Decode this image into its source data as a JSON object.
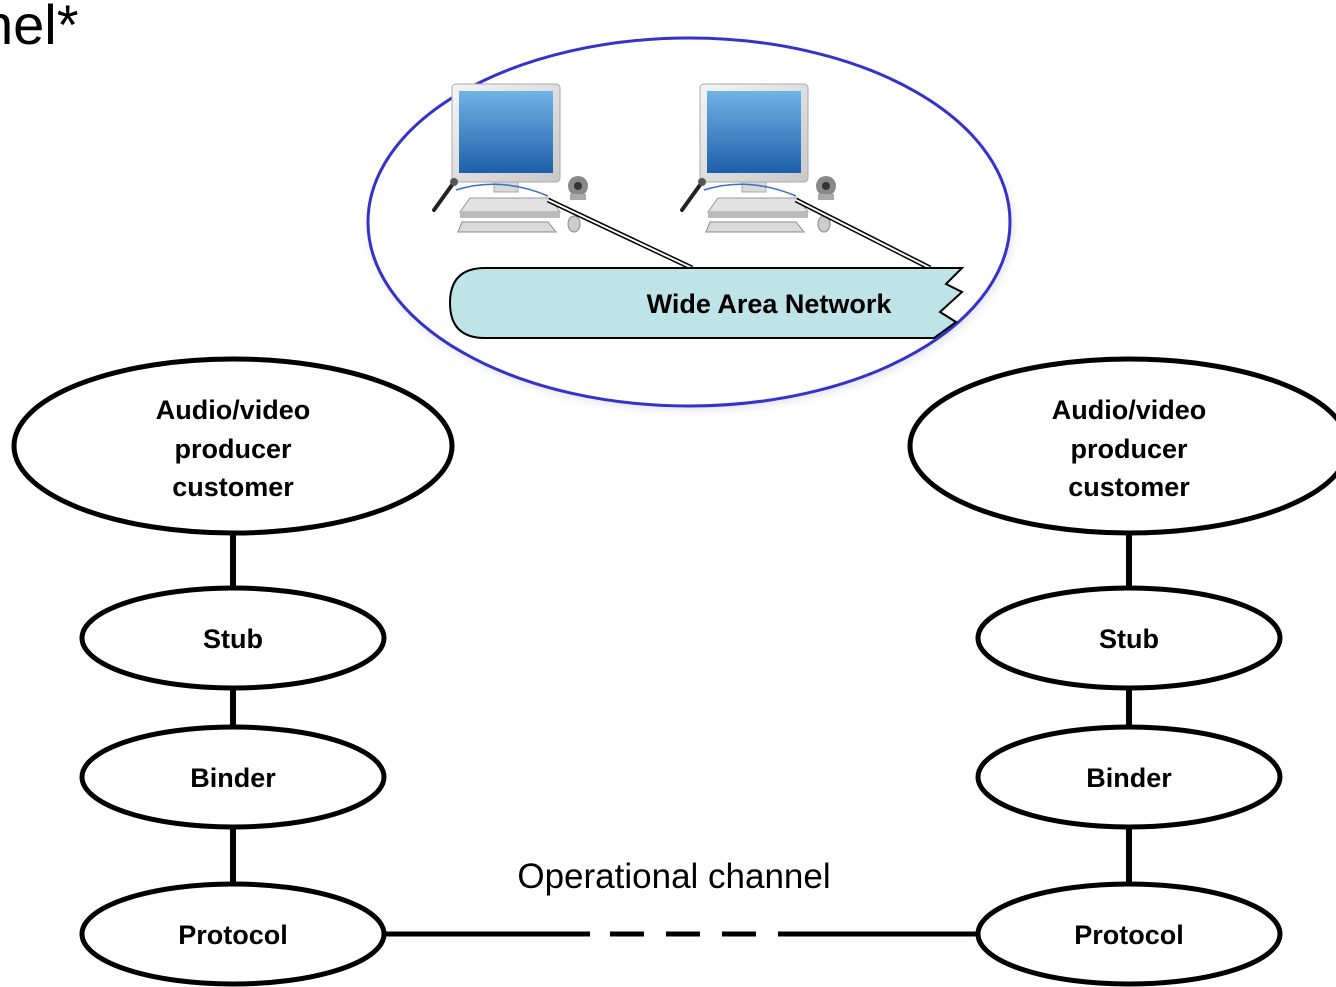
{
  "slide": {
    "title_fragment": "nel*"
  },
  "network_inset": {
    "label": "Wide Area Network"
  },
  "left_stack": {
    "top_node": [
      "Audio/video",
      "producer",
      "customer"
    ],
    "stub": "Stub",
    "binder": "Binder",
    "protocol": "Protocol"
  },
  "right_stack": {
    "top_node": [
      "Audio/video",
      "producer",
      "customer"
    ],
    "stub": "Stub",
    "binder": "Binder",
    "protocol": "Protocol"
  },
  "channel": {
    "label": "Operational channel"
  },
  "colors": {
    "inset_border": "#3333cc",
    "wan_fill": "#bfe4e8",
    "monitor_screen": "#2a78c0"
  }
}
